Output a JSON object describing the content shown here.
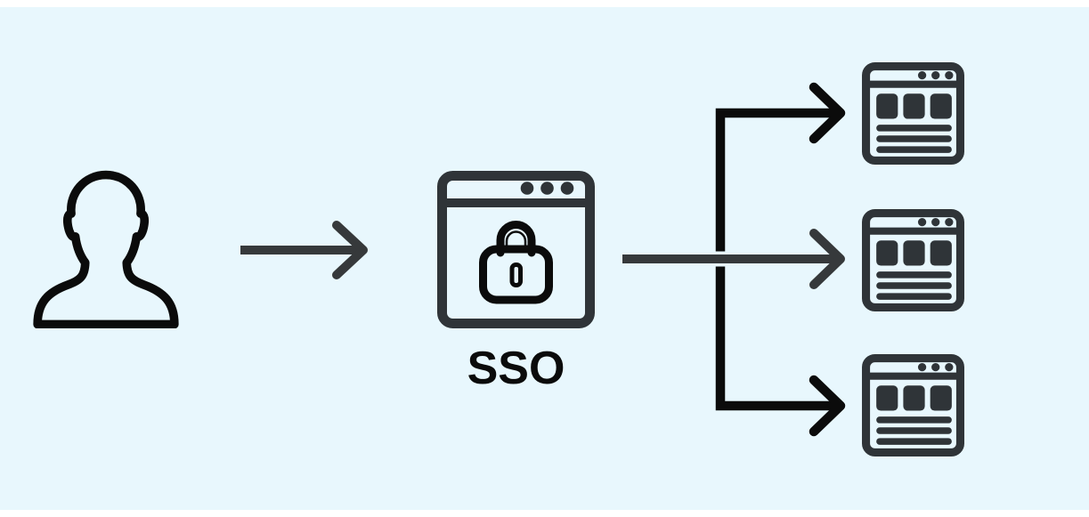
{
  "diagram_title": "SSO",
  "colors": {
    "page": "#ffffff",
    "background": "#e8f7fd",
    "black": "#0b0b0b",
    "charcoal": "#2f3438",
    "arrow_gray": "#36393b"
  },
  "nodes": {
    "user": {
      "icon": "user-icon"
    },
    "sso_portal": {
      "icon": "browser-window-lock-icon",
      "label": "SSO"
    },
    "applications": [
      {
        "icon": "app-window-icon"
      },
      {
        "icon": "app-window-icon"
      },
      {
        "icon": "app-window-icon"
      }
    ]
  },
  "connectors": [
    {
      "name": "user-to-sso",
      "type": "arrow-right",
      "color": "#36393b"
    },
    {
      "name": "sso-to-middle-app",
      "type": "arrow-right",
      "color": "#36393b"
    },
    {
      "name": "branch-to-top-app",
      "type": "elbow-arrow",
      "color": "#0b0b0b"
    },
    {
      "name": "branch-to-bottom-app",
      "type": "elbow-arrow",
      "color": "#0b0b0b"
    }
  ]
}
